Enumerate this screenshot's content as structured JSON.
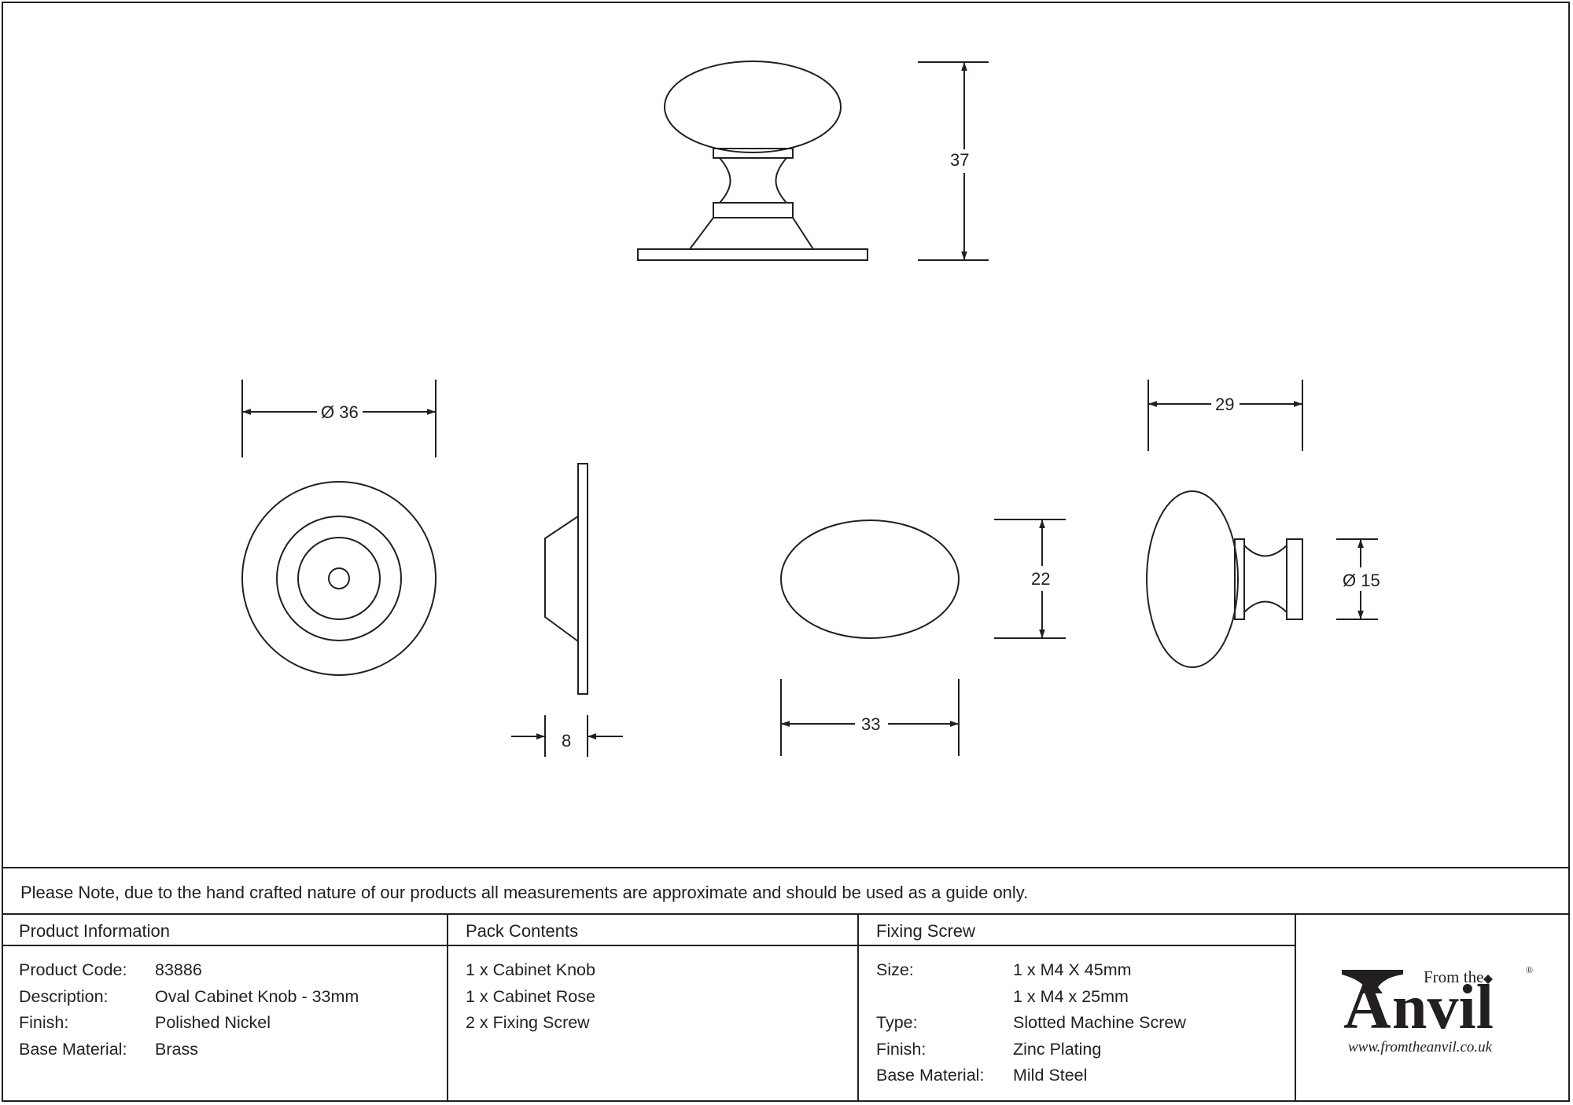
{
  "dimensions": {
    "height_side": "37",
    "rose_diameter": "Ø 36",
    "rose_depth": "8",
    "knob_height": "22",
    "knob_width": "33",
    "profile_depth": "29",
    "neck_diameter": "Ø 15"
  },
  "note": "Please Note, due to the hand crafted nature of our products all measurements are approximate and should be used as a guide only.",
  "product_info": {
    "heading": "Product Information",
    "rows": [
      {
        "label": "Product Code:",
        "value": "83886"
      },
      {
        "label": "Description:",
        "value": "Oval Cabinet Knob - 33mm"
      },
      {
        "label": "Finish:",
        "value": "Polished Nickel"
      },
      {
        "label": "Base Material:",
        "value": "Brass"
      }
    ]
  },
  "pack_contents": {
    "heading": "Pack Contents",
    "items": [
      "1 x Cabinet Knob",
      "1 x Cabinet Rose",
      "2 x Fixing Screw"
    ]
  },
  "fixing_screw": {
    "heading": "Fixing Screw",
    "rows": [
      {
        "label": "Size:",
        "value": "1 x M4 X 45mm"
      },
      {
        "label": "",
        "value": "1 x M4 x 25mm"
      },
      {
        "label": "Type:",
        "value": "Slotted Machine Screw"
      },
      {
        "label": "Finish:",
        "value": "Zinc Plating"
      },
      {
        "label": "Base Material:",
        "value": "Mild Steel"
      }
    ]
  },
  "logo": {
    "from_the": "From the",
    "word_cap": "A",
    "word_rest": "nvil",
    "registered": "®",
    "url": "www.fromtheanvil.co.uk"
  },
  "colors": {
    "ink": "#231f20",
    "paper": "#ffffff"
  }
}
